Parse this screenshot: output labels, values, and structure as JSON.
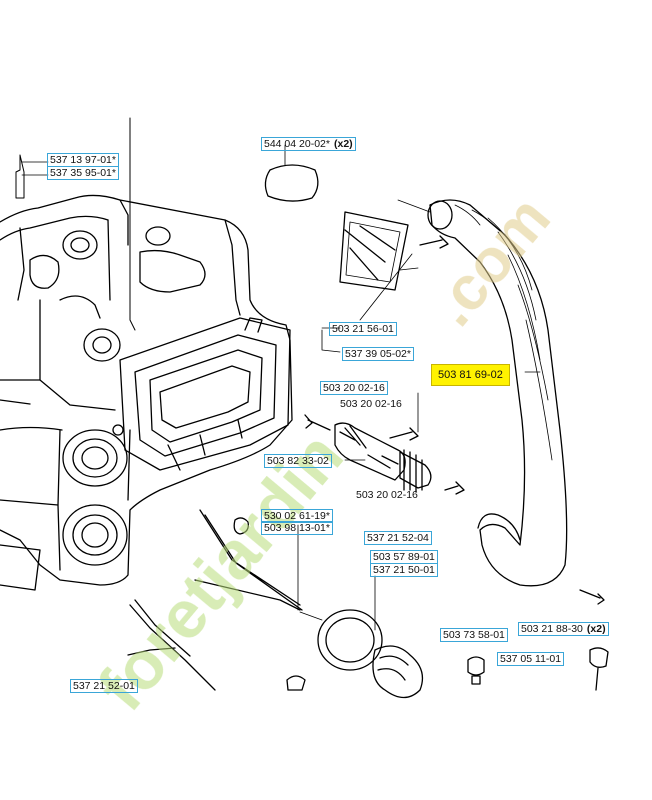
{
  "parts": [
    {
      "id": "p1",
      "number": "537 13 97-01",
      "suffix": "*",
      "qty": ""
    },
    {
      "id": "p2",
      "number": "537 35 95-01",
      "suffix": "*",
      "qty": ""
    },
    {
      "id": "p3",
      "number": "544 04 20-02",
      "suffix": "*",
      "qty": "(x2)"
    },
    {
      "id": "p4",
      "number": "503 21 56-01",
      "suffix": "",
      "qty": ""
    },
    {
      "id": "p5",
      "number": "537 39 05-02",
      "suffix": "*",
      "qty": ""
    },
    {
      "id": "p6",
      "number": "503 81 69-02",
      "suffix": "",
      "qty": "",
      "highlighted": true
    },
    {
      "id": "p7",
      "number": "503 20 02-16",
      "suffix": "",
      "qty": ""
    },
    {
      "id": "p8",
      "number": "503 20 02-16",
      "suffix": "",
      "qty": "",
      "plain": true
    },
    {
      "id": "p9",
      "number": "503 82 33-02",
      "suffix": "",
      "qty": ""
    },
    {
      "id": "p10",
      "number": "503 20 02-16",
      "suffix": "",
      "qty": "",
      "plain": true
    },
    {
      "id": "p11",
      "number": "530 02 61-19",
      "suffix": "*",
      "qty": ""
    },
    {
      "id": "p12",
      "number": "503 98 13-01",
      "suffix": "*",
      "qty": ""
    },
    {
      "id": "p13",
      "number": "537 21 52-04",
      "suffix": "",
      "qty": ""
    },
    {
      "id": "p14",
      "number": "503 57 89-01",
      "suffix": "",
      "qty": ""
    },
    {
      "id": "p15",
      "number": "537 21 50-01",
      "suffix": "",
      "qty": ""
    },
    {
      "id": "p16",
      "number": "503 21 88-30",
      "suffix": "",
      "qty": "(x2)"
    },
    {
      "id": "p17",
      "number": "503 73 58-01",
      "suffix": "",
      "qty": ""
    },
    {
      "id": "p18",
      "number": "537 05 11-01",
      "suffix": "",
      "qty": ""
    },
    {
      "id": "p19",
      "number": "537 21 52-01",
      "suffix": "",
      "qty": ""
    }
  ],
  "watermark": "foretjardin.com",
  "colors": {
    "label_border": "#3aa6d8",
    "highlight": "#fff200",
    "watermark_green": "#b8dd7a",
    "watermark_tan": "#e0cc8a",
    "line": "#000000"
  }
}
